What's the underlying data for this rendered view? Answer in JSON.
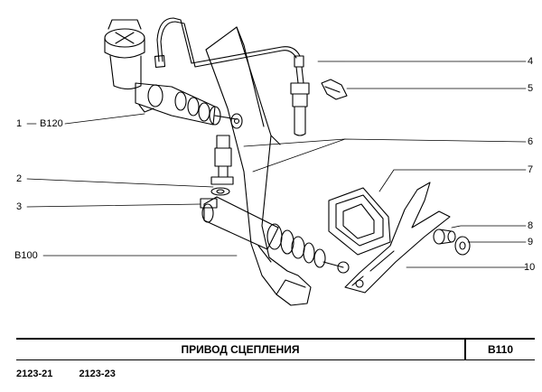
{
  "diagram": {
    "left_labels": [
      {
        "id": "1",
        "text": "1",
        "ref": "B120"
      },
      {
        "id": "2",
        "text": "2",
        "ref": ""
      },
      {
        "id": "3",
        "text": "3",
        "ref": ""
      },
      {
        "id": "b100",
        "text": "",
        "ref": "B100"
      }
    ],
    "right_labels": [
      "4",
      "5",
      "6",
      "7",
      "8",
      "9",
      "10"
    ]
  },
  "title_block": {
    "title": "ПРИВОД   СЦЕПЛЕНИЯ",
    "code": "B110"
  },
  "models": [
    "2123-21",
    "2123-23"
  ]
}
